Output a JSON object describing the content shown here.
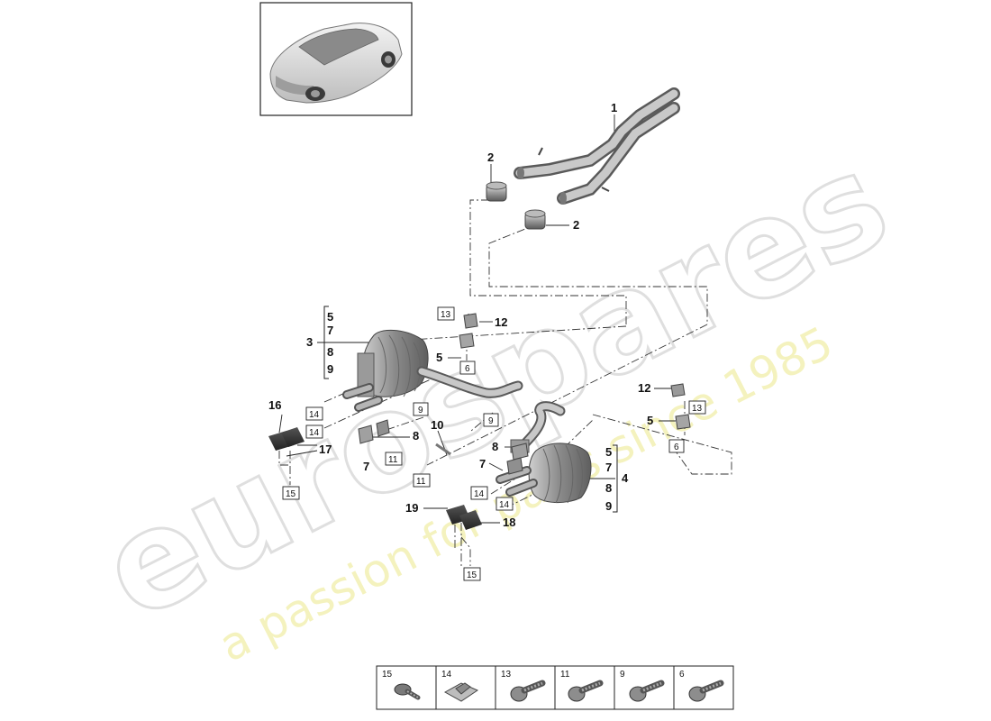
{
  "watermark": {
    "brand": "eurospares",
    "tagline": "a passion for parts since 1985"
  },
  "callouts": {
    "c1": "1",
    "c2a": "2",
    "c2b": "2",
    "c3": "3",
    "c4": "4",
    "c5a": "5",
    "c5b": "5",
    "c7a": "7",
    "c7b": "7",
    "c8a": "8",
    "c8b": "8",
    "c10": "10",
    "c12a": "12",
    "c12b": "12",
    "c16": "16",
    "c17": "17",
    "c18": "18",
    "c19": "19",
    "g3": [
      "5",
      "7",
      "8",
      "9"
    ],
    "g4": [
      "5",
      "7",
      "8",
      "9"
    ]
  },
  "boxed": {
    "b13a": "13",
    "b6a": "6",
    "b14a": "14",
    "b14b": "14",
    "b15a": "15",
    "b9a": "9",
    "b11a": "11",
    "b11b": "11",
    "b9b": "9",
    "b14c": "14",
    "b14d": "14",
    "b15b": "15",
    "b13b": "13",
    "b6b": "6"
  },
  "legend": {
    "items": [
      {
        "num": "15",
        "icon": "round-head-bolt-icon"
      },
      {
        "num": "14",
        "icon": "speed-nut-clip-icon"
      },
      {
        "num": "13",
        "icon": "flange-bolt-icon"
      },
      {
        "num": "11",
        "icon": "flange-bolt-icon"
      },
      {
        "num": "9",
        "icon": "flange-bolt-icon"
      },
      {
        "num": "6",
        "icon": "flange-bolt-icon"
      }
    ]
  }
}
